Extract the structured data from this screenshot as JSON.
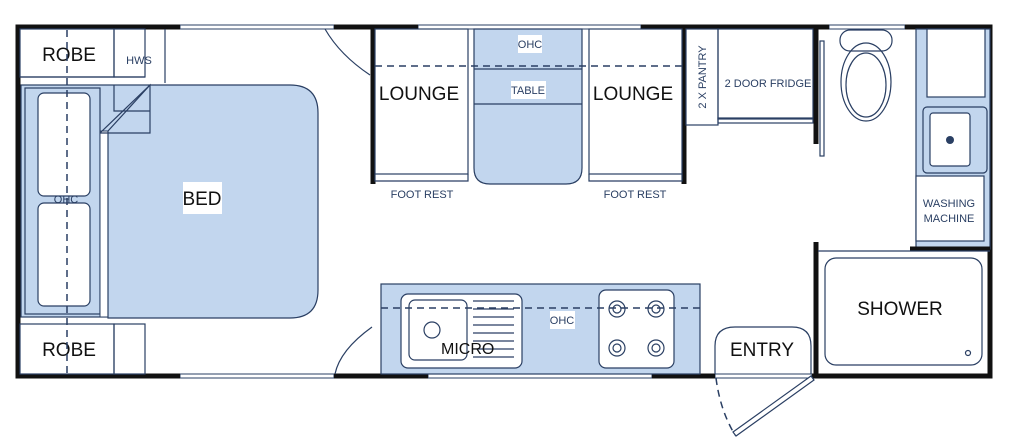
{
  "plan": {
    "labels": {
      "robe_top": "ROBE",
      "robe_bottom": "ROBE",
      "hws": "HWS",
      "ohc_bed": "OHC",
      "bed": "BED",
      "lounge_left": "LOUNGE",
      "lounge_right": "LOUNGE",
      "ohc_table": "OHC",
      "table": "TABLE",
      "foot_rest_left": "FOOT REST",
      "foot_rest_right": "FOOT REST",
      "pantry": "2 X PANTRY",
      "fridge": "2 DOOR FRIDGE",
      "washing_1": "WASHING",
      "washing_2": "MACHINE",
      "shower": "SHOWER",
      "entry": "ENTRY",
      "micro": "MICRO",
      "ohc_kitchen": "OHC"
    },
    "colors": {
      "fill": "#c2d6ee",
      "line": "#2a3f63",
      "wall": "#111111"
    }
  }
}
